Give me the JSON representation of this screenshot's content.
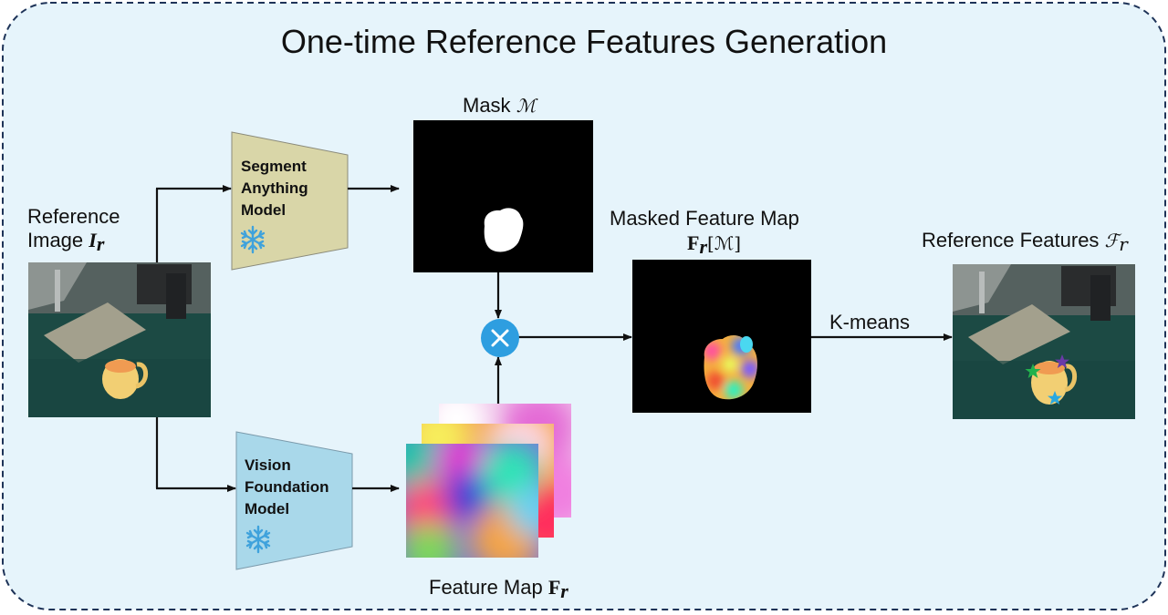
{
  "title": "One-time Reference Features Generation",
  "reference_image": {
    "line1": "Reference",
    "line2_prefix": "Image ",
    "symbol": "I",
    "subscript": "r"
  },
  "sam": {
    "line1": "Segment",
    "line2": "Anything",
    "line3": "Model",
    "frozen_icon": "snowflake-icon"
  },
  "vfm": {
    "line1": "Vision",
    "line2": "Foundation",
    "line3": "Model",
    "frozen_icon": "snowflake-icon"
  },
  "mask": {
    "prefix": "Mask ",
    "symbol": "ℳ"
  },
  "feature_map": {
    "prefix": "Feature Map ",
    "symbol": "F",
    "subscript": "r"
  },
  "masked_feature_map": {
    "line1": "Masked Feature Map",
    "symbol": "F",
    "subscript": "r",
    "suffix": "[ℳ]"
  },
  "kmeans": {
    "label": "K-means"
  },
  "reference_features": {
    "prefix": "Reference Features ",
    "symbol": "ℱ",
    "subscript": "r"
  },
  "multiply_op": {
    "icon": "multiply-icon"
  },
  "colors": {
    "panel_bg": "#e6f4fb",
    "panel_border": "#1e3358",
    "sam_fill": "#d9d6a8",
    "vfm_fill": "#a9d8ea",
    "snowflake": "#3fa2dc",
    "op_circle": "#2e9ee0"
  }
}
